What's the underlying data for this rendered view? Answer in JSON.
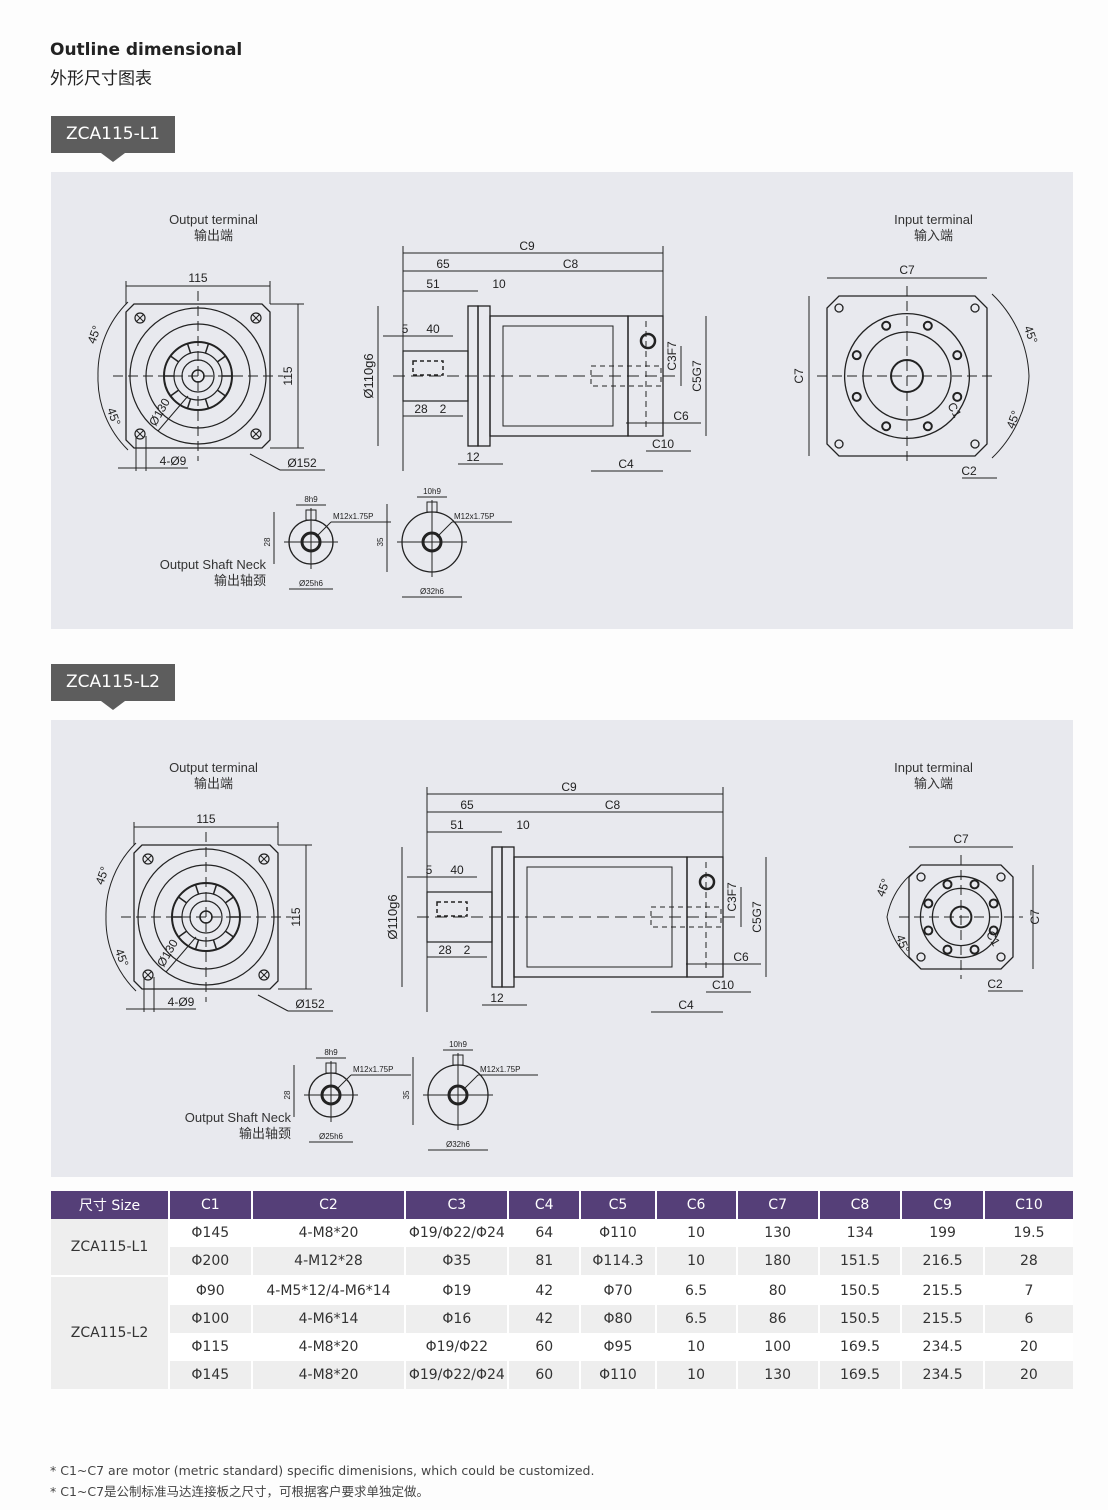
{
  "header": {
    "title_en": "Outline dimensional",
    "title_cn": "外形尺寸图表"
  },
  "sections": [
    {
      "model": "ZCA115-L1",
      "output_terminal": {
        "en": "Output terminal",
        "cn": "输出端"
      },
      "input_terminal": {
        "en": "Input terminal",
        "cn": "输入端"
      },
      "shaft_neck": {
        "en": "Output Shaft Neck",
        "cn": "输出轴颈"
      },
      "dims": {
        "flange_width": "115",
        "flange_height": "115",
        "angle": "45°",
        "pcd": "Ø130",
        "holes": "4-Ø9",
        "diag": "Ø152",
        "c9": "C9",
        "d65": "65",
        "c8": "C8",
        "d51": "51",
        "d10": "10",
        "d5": "5",
        "d40": "40",
        "spigot": "Ø110g6",
        "d28": "28",
        "d2": "2",
        "d12": "12",
        "c3": "C3F7",
        "c5": "C5G7",
        "c6": "C6",
        "c10": "C10",
        "c4": "C4",
        "c7": "C7",
        "c1": "C1",
        "c2": "C2"
      },
      "shafts": [
        {
          "key": "8h9",
          "height": "28",
          "dia": "Ø25h6",
          "thread": "M12x1.75P"
        },
        {
          "key": "10h9",
          "height": "35",
          "dia": "Ø32h6",
          "thread": "M12x1.75P"
        }
      ]
    },
    {
      "model": "ZCA115-L2",
      "output_terminal": {
        "en": "Output terminal",
        "cn": "输出端"
      },
      "input_terminal": {
        "en": "Input terminal",
        "cn": "输入端"
      },
      "shaft_neck": {
        "en": "Output Shaft Neck",
        "cn": "输出轴颈"
      },
      "dims": {
        "flange_width": "115",
        "flange_height": "115",
        "angle": "45°",
        "pcd": "Ø130",
        "holes": "4-Ø9",
        "diag": "Ø152",
        "c9": "C9",
        "d65": "65",
        "c8": "C8",
        "d51": "51",
        "d10": "10",
        "d5": "5",
        "d40": "40",
        "spigot": "Ø110g6",
        "d28": "28",
        "d2": "2",
        "d12": "12",
        "c3": "C3F7",
        "c5": "C5G7",
        "c6": "C6",
        "c10": "C10",
        "c4": "C4",
        "c7": "C7",
        "c1": "C1",
        "c2": "C2"
      },
      "shafts": [
        {
          "key": "8h9",
          "height": "28",
          "dia": "Ø25h6",
          "thread": "M12x1.75P"
        },
        {
          "key": "10h9",
          "height": "35",
          "dia": "Ø32h6",
          "thread": "M12x1.75P"
        }
      ]
    }
  ],
  "table": {
    "headers": [
      "尺寸 Size",
      "C1",
      "C2",
      "C3",
      "C4",
      "C5",
      "C6",
      "C7",
      "C8",
      "C9",
      "C10"
    ],
    "groups": [
      {
        "model": "ZCA115-L1",
        "rows": [
          [
            "Φ145",
            "4-M8*20",
            "Φ19/Φ22/Φ24",
            "64",
            "Φ110",
            "10",
            "130",
            "134",
            "199",
            "19.5"
          ],
          [
            "Φ200",
            "4-M12*28",
            "Φ35",
            "81",
            "Φ114.3",
            "10",
            "180",
            "151.5",
            "216.5",
            "28"
          ]
        ]
      },
      {
        "model": "ZCA115-L2",
        "rows": [
          [
            "Φ90",
            "4-M5*12/4-M6*14",
            "Φ19",
            "42",
            "Φ70",
            "6.5",
            "80",
            "150.5",
            "215.5",
            "7"
          ],
          [
            "Φ100",
            "4-M6*14",
            "Φ16",
            "42",
            "Φ80",
            "6.5",
            "86",
            "150.5",
            "215.5",
            "6"
          ],
          [
            "Φ115",
            "4-M8*20",
            "Φ19/Φ22",
            "60",
            "Φ95",
            "10",
            "100",
            "169.5",
            "234.5",
            "20"
          ],
          [
            "Φ145",
            "4-M8*20",
            "Φ19/Φ22/Φ24",
            "60",
            "Φ110",
            "10",
            "130",
            "169.5",
            "234.5",
            "20"
          ]
        ]
      }
    ]
  },
  "notes": [
    "* C1~C7 are motor (metric standard) specific dimenisions, which could be customized.",
    "* C1~C7是公制标准马达连接板之尺寸，可根据客户要求单独定做。"
  ],
  "colors": {
    "header_purple": "#553f78",
    "tag_gray": "#5d5d5d",
    "panel_bg": "#e8e9ee"
  }
}
